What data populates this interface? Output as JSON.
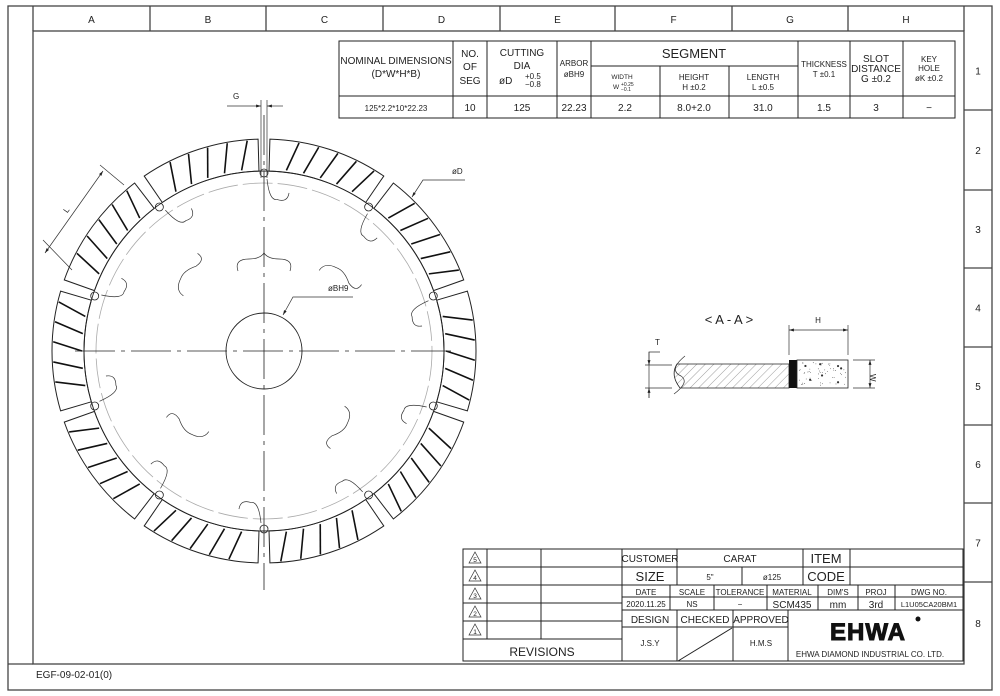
{
  "frame": {
    "columns": [
      "A",
      "B",
      "C",
      "D",
      "E",
      "F",
      "G",
      "H"
    ],
    "rows": [
      "1",
      "2",
      "3",
      "4",
      "5",
      "6",
      "7",
      "8"
    ],
    "doc_code": "EGF-09-02-01(0)"
  },
  "spec_table": {
    "headers": {
      "nominal": [
        "NOMINAL DIMENSIONS",
        "(D*W*H*B)"
      ],
      "no_of_seg": [
        "NO.",
        "OF",
        "SEG"
      ],
      "cutting_dia": [
        "CUTTING",
        "DIA",
        "øD",
        "+0.5",
        "−0.8"
      ],
      "arbor": [
        "ARBOR",
        "øBH9"
      ],
      "segment": "SEGMENT",
      "width": [
        "WIDTH",
        "W",
        "+0.25",
        "−0.1"
      ],
      "height": [
        "HEIGHT",
        "H ±0.2"
      ],
      "length": [
        "LENGTH",
        "L ±0.5"
      ],
      "thickness": [
        "THICKNESS",
        "T ±0.1"
      ],
      "slot": [
        "SLOT",
        "DISTANCE",
        "G ±0.2"
      ],
      "key": [
        "KEY",
        "HOLE",
        "øK ±0.2"
      ]
    },
    "row": [
      "125*2.2*10*22.23",
      "10",
      "125",
      "22.23",
      "2.2",
      "8.0+2.0",
      "31.0",
      "1.5",
      "3",
      "−"
    ]
  },
  "blade": {
    "segment_count": 10,
    "labels": {
      "g": "G",
      "l": "L",
      "d": "øD",
      "bore": "øBH9"
    }
  },
  "section": {
    "title": "< A - A >",
    "h": "H",
    "t": "T",
    "w": "W"
  },
  "title_block": {
    "revisions": [
      "5",
      "4",
      "3",
      "2",
      "1"
    ],
    "revisions_label": "REVISIONS",
    "customer_label": "CUSTOMER",
    "customer": "CARAT",
    "item_label": "ITEM",
    "size_label": "SIZE",
    "size_inch": "5\"",
    "size_mm": "ø125",
    "code_label": "CODE",
    "date_label": "DATE",
    "scale_label": "SCALE",
    "tolerance_label": "TOLERANCE",
    "material_label": "MATERIAL",
    "dims_label": "DIM'S",
    "proj_label": "PROJ",
    "dwg_label": "DWG  NO.",
    "date": "2020.11.25",
    "scale": "NS",
    "tolerance": "−",
    "material": "SCM435",
    "dims": "mm",
    "proj": "3rd",
    "dwg_no": "L1U05CA20BM1",
    "design_label": "DESIGN",
    "checked_label": "CHECKED",
    "approved_label": "APPROVED",
    "designer": "J.S.Y",
    "approver": "H.M.S",
    "logo": "EHWA",
    "company": "EHWA DIAMOND INDUSTRIAL CO.  LTD."
  }
}
